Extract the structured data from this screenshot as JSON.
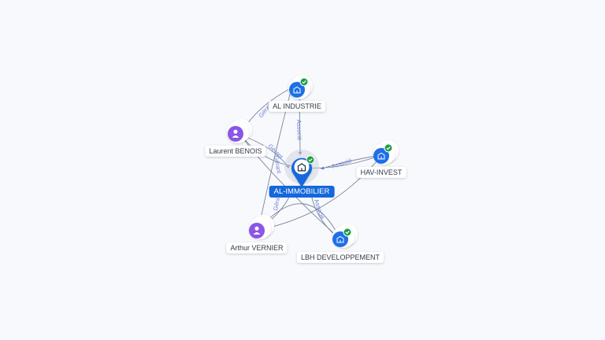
{
  "colors": {
    "company": "#1e6fe8",
    "person": "#8b55e6",
    "verified": "#1f9d4c",
    "center": "#1468db",
    "edge": "#7a8497",
    "edge_label": "#6a7fd0"
  },
  "icons": {
    "company": "building-icon",
    "person": "user-icon",
    "verified": "check-icon"
  },
  "center": {
    "label": "AL-IMMOBILIER"
  },
  "nodes": {
    "al_industrie": {
      "label": "AL INDUSTRIE",
      "type": "company",
      "verified": true
    },
    "laurent": {
      "label": "Laurent BENOIS",
      "type": "person"
    },
    "hav": {
      "label": "HAV-INVEST",
      "type": "company",
      "verified": true
    },
    "arthur": {
      "label": "Arthur VERNIER",
      "type": "person"
    },
    "lbh": {
      "label": "LBH DEVELOPPEMENT",
      "type": "company",
      "verified": true
    }
  },
  "edges": [
    {
      "label": "Associé"
    },
    {
      "label": "Associé"
    },
    {
      "label": "Associé"
    },
    {
      "label": "Gérant"
    },
    {
      "label": "Gérant"
    },
    {
      "label": "Gérant"
    },
    {
      "label": "Gérant"
    }
  ]
}
